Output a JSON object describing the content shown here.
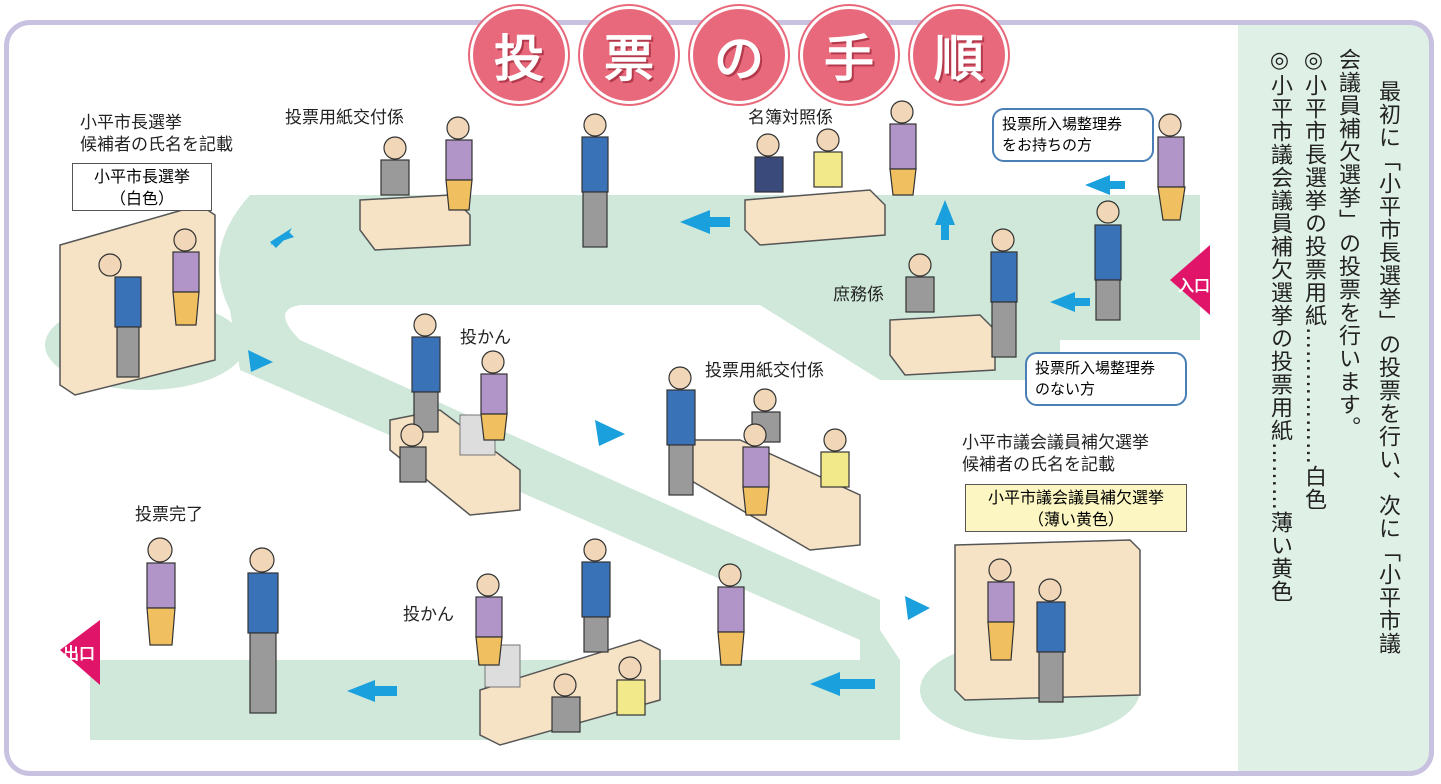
{
  "title": [
    "投",
    "票",
    "の",
    "手",
    "順"
  ],
  "labels": {
    "mayor_candidate": "小平市長選挙\n候補者の氏名を記載",
    "mayor_box": "小平市長選挙\n（白色）",
    "paper_desk_top": "投票用紙交付係",
    "registry": "名簿対照係",
    "with_ticket": "投票所入場整理券\nをお持ちの方",
    "general_affairs": "庶務係",
    "without_ticket": "投票所入場整理券\nのない方",
    "ballot_box_mid": "投かん",
    "paper_desk_mid": "投票用紙交付係",
    "council_candidate": "小平市議会議員補欠選挙\n候補者の氏名を記載",
    "council_box": "小平市議会議員補欠選挙\n（薄い黄色）",
    "voting_done": "投票完了",
    "ballot_box_low": "投かん",
    "entrance": "入口",
    "exit": "出口"
  },
  "side_text": [
    "最初に「小平市長選挙」の投票を行い、次に「小平市議",
    "会議員補欠選挙」の投票を行います。",
    "◎小平市長選挙の投票用紙………………白色",
    "◎小平市議会議員補欠選挙の投票用紙………薄い黄色"
  ],
  "colors": {
    "path": "#cfe8da",
    "title": "#e8697b",
    "entry": "#e0156a",
    "arrow": "#1aa0dc",
    "border": "#c9c1e0"
  }
}
